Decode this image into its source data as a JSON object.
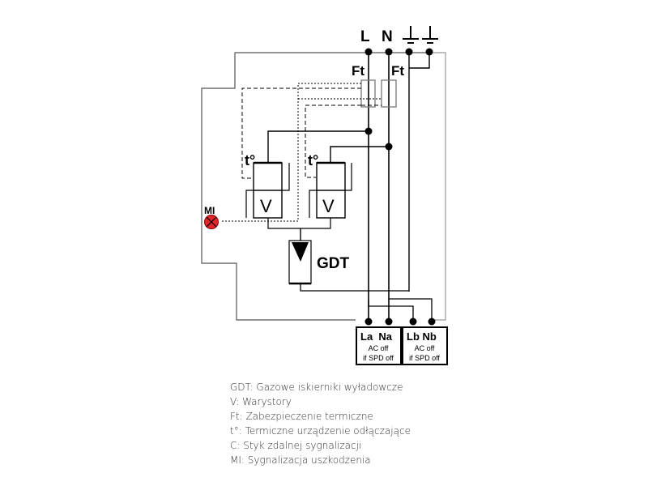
{
  "diagram": {
    "terminals_top": {
      "line": "L",
      "neutral": "N",
      "earth_symbols": [
        "earth-1",
        "earth-2"
      ]
    },
    "thermal_fuse_labels": [
      "Ft",
      "Ft"
    ],
    "thermal_disconnect_labels": [
      "t°",
      "t°"
    ],
    "varistor_labels": [
      "V",
      "V"
    ],
    "gdt_label": "GDT",
    "mi_label": "MI",
    "mi_indicator_color": "#e0262b",
    "remote_contacts": [
      {
        "title": "La  Na",
        "line1": "AC off",
        "line2": "if SPD off"
      },
      {
        "title": "Lb Nb",
        "line1": "AC off",
        "line2": "if SPD off"
      }
    ]
  },
  "legend": [
    "GDT: Gazowe iskierniki wyładowcze",
    "V: Warystory",
    "Ft: Zabezpieczenie termiczne",
    "t°: Termiczne urządzenie odłączające",
    "C: Styk zdalnej sygnalizacji",
    "MI: Sygnalizacja uszkodzenia"
  ]
}
